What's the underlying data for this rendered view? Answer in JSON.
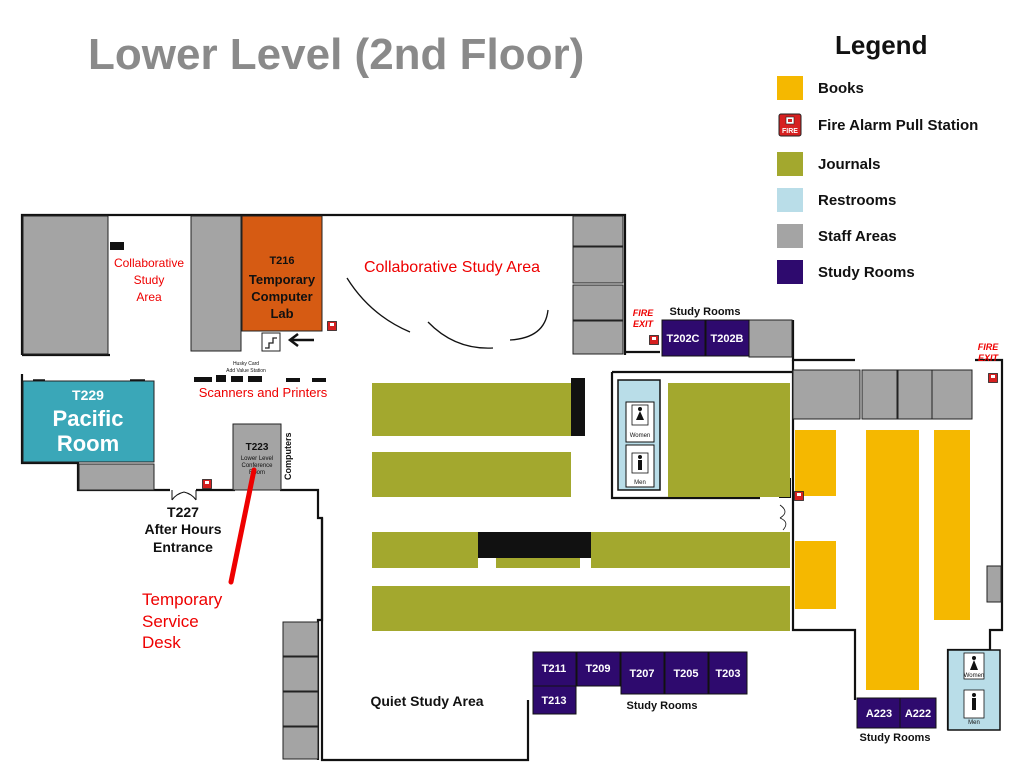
{
  "title": "Lower Level (2nd Floor)",
  "legend": {
    "title": "Legend",
    "items": [
      {
        "label": "Books",
        "color": "#f5b800",
        "icon": "swatch"
      },
      {
        "label": "Fire Alarm Pull Station",
        "color": "#d62020",
        "icon": "fire-alarm-icon"
      },
      {
        "label": "Journals",
        "color": "#a3a82e",
        "icon": "swatch"
      },
      {
        "label": "Restrooms",
        "color": "#b9dde8",
        "icon": "swatch"
      },
      {
        "label": "Staff Areas",
        "color": "#a4a4a4",
        "icon": "swatch"
      },
      {
        "label": "Study Rooms",
        "color": "#2e0a6e",
        "icon": "swatch"
      }
    ]
  },
  "rooms": {
    "t216_num": "T216",
    "t216_name_1": "Temporary",
    "t216_name_2": "Computer",
    "t216_name_3": "Lab",
    "t229_num": "T229",
    "t229_name_1": "Pacific",
    "t229_name_2": "Room",
    "t223_num": "T223",
    "t223_name_1": "Lower Level",
    "t223_name_2": "Conference",
    "t223_name_3": "Room",
    "t227_num": "T227",
    "t227_name_1": "After Hours",
    "t227_name_2": "Entrance"
  },
  "areas": {
    "collab_small_1": "Collaborative",
    "collab_small_2": "Study",
    "collab_small_3": "Area",
    "collab_main": "Collaborative Study Area",
    "scanners": "Scanners and Printers",
    "husky_1": "Husky Card",
    "husky_2": "Add Value Station",
    "computers": "Computers",
    "quiet": "Quiet Study Area",
    "service_1": "Temporary",
    "service_2": "Service",
    "service_3": "Desk",
    "fire_exit_1": "FIRE",
    "fire_exit_2": "EXIT",
    "restroom_women": "Women",
    "restroom_men": "Men",
    "study_rooms": "Study Rooms"
  },
  "study_rooms": {
    "t202c": "T202C",
    "t202b": "T202B",
    "t211": "T211",
    "t209": "T209",
    "t207": "T207",
    "t205": "T205",
    "t203": "T203",
    "t213": "T213",
    "a223": "A223",
    "a222": "A222"
  },
  "colors": {
    "books": "#f5b800",
    "journals": "#a3a82e",
    "restrooms": "#b9dde8",
    "staff": "#a4a4a4",
    "study": "#2e0a6e",
    "computer_lab": "#d65b13",
    "pacific": "#3aa7b8",
    "fire": "#d62020"
  }
}
